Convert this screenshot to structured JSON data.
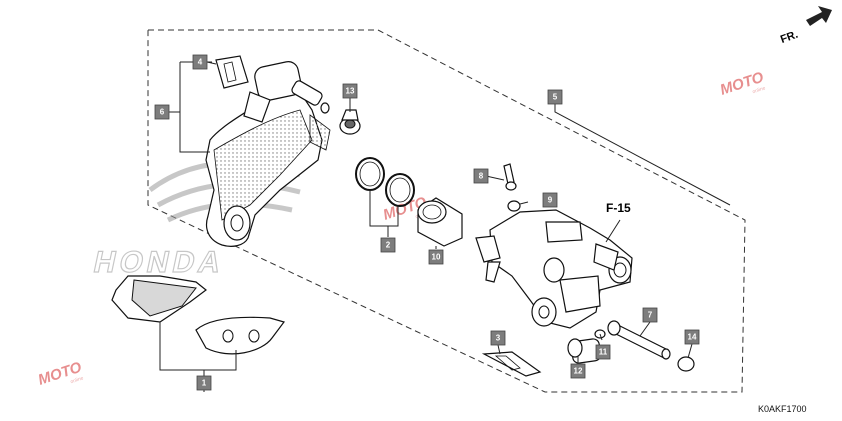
{
  "diagram": {
    "orientation_label": "FR.",
    "section_ref": "F-15",
    "diagram_code": "K0AKF1700",
    "brand_logo_text": "HONDA",
    "watermark": {
      "text": "MOTO",
      "sub": "online"
    },
    "callouts": [
      {
        "id": "callout-1",
        "label": "1"
      },
      {
        "id": "callout-2",
        "label": "2"
      },
      {
        "id": "callout-3",
        "label": "3"
      },
      {
        "id": "callout-4",
        "label": "4"
      },
      {
        "id": "callout-5",
        "label": "5"
      },
      {
        "id": "callout-6",
        "label": "6"
      },
      {
        "id": "callout-7",
        "label": "7"
      },
      {
        "id": "callout-8",
        "label": "8"
      },
      {
        "id": "callout-9",
        "label": "9"
      },
      {
        "id": "callout-10",
        "label": "10"
      },
      {
        "id": "callout-11",
        "label": "11"
      },
      {
        "id": "callout-12",
        "label": "12"
      },
      {
        "id": "callout-13",
        "label": "13"
      },
      {
        "id": "callout-14",
        "label": "14"
      }
    ]
  }
}
